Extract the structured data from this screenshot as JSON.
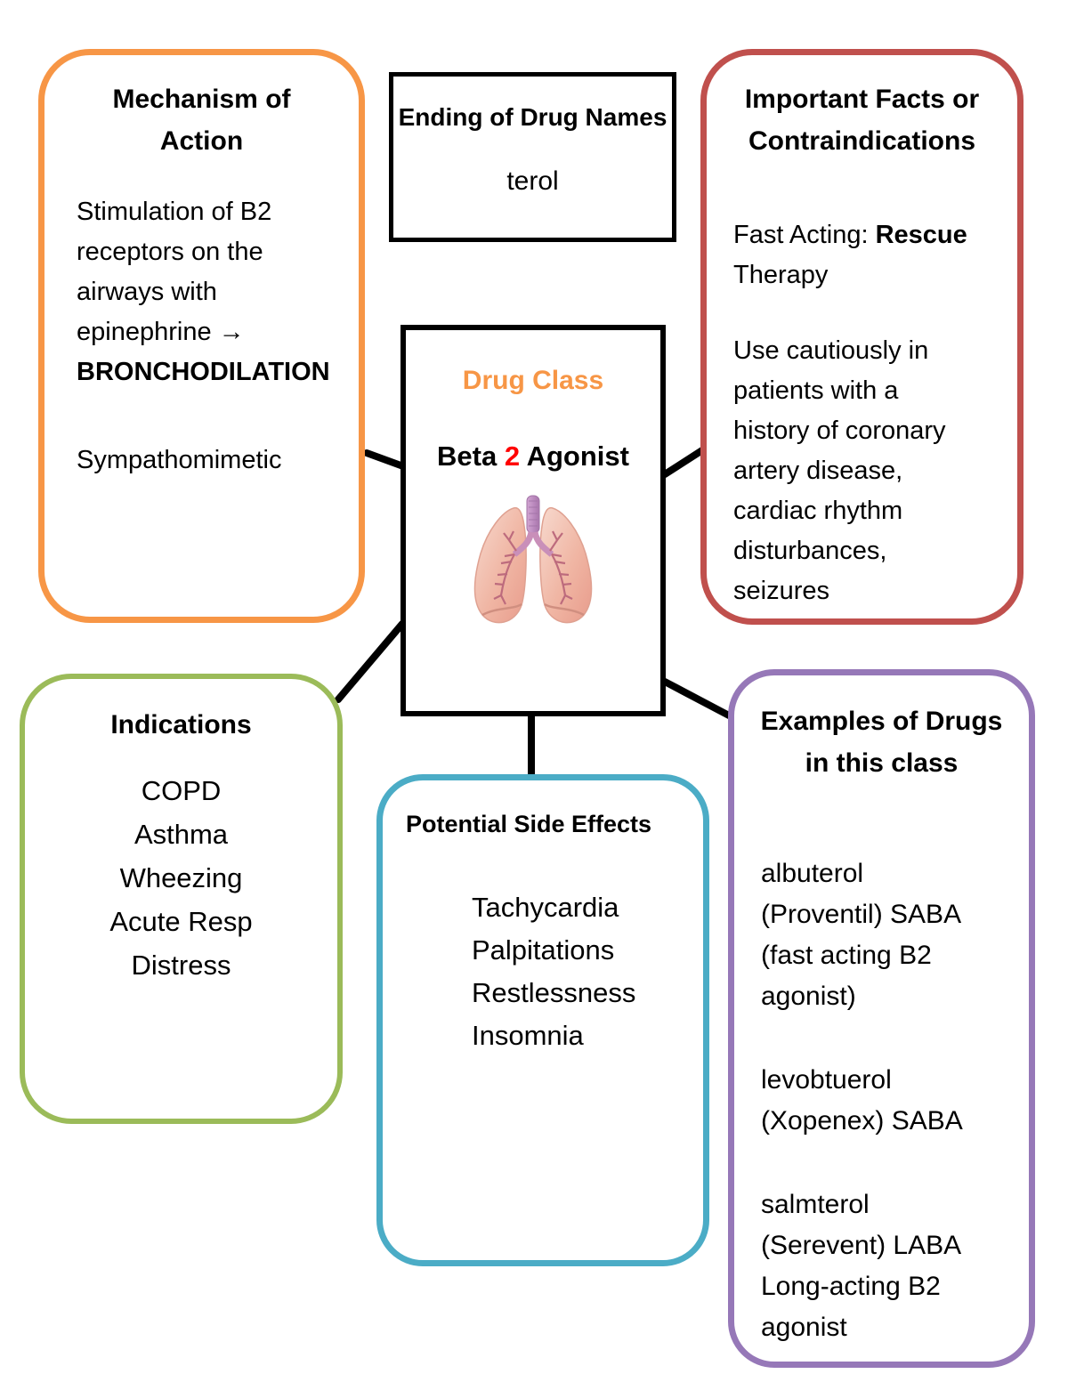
{
  "colors": {
    "mechanism_border": "#F79646",
    "ending_border": "#000000",
    "facts_border": "#C0504D",
    "drug_class_border": "#000000",
    "indications_border": "#9BBB59",
    "side_effects_border": "#4BACC6",
    "examples_border": "#9678B8",
    "drug_class_label": "#F79646",
    "accent_red": "#FF0000",
    "connector": "#000000"
  },
  "boxes": {
    "mechanism": {
      "title": "Mechanism of\nAction",
      "body_regular": "Stimulation of B2\nreceptors on the\nairways with\nepinephrine →\n",
      "body_bold": "BRONCHODILATION",
      "footer": "Sympathomimetic"
    },
    "ending": {
      "title": "Ending of Drug Names",
      "value": "terol"
    },
    "facts": {
      "title": "Important Facts or\nContraindications",
      "line1_regular": "Fast Acting:  ",
      "line1_bold": "Rescue",
      "line1_rest": "\nTherapy",
      "body": "Use cautiously in\npatients with a\nhistory of coronary\nartery disease,\ncardiac rhythm\ndisturbances,\nseizures"
    },
    "drug_class": {
      "label": "Drug Class",
      "name_part1": "Beta ",
      "name_accent": "2",
      "name_part2": " Agonist",
      "image": "lungs-illustration"
    },
    "indications": {
      "title": "Indications",
      "items": [
        "COPD",
        "Asthma",
        "Wheezing",
        "Acute Resp",
        "Distress"
      ]
    },
    "side_effects": {
      "title": "Potential Side Effects",
      "items": [
        "Tachycardia",
        "Palpitations",
        "Restlessness",
        "Insomnia"
      ]
    },
    "examples": {
      "title": "Examples of Drugs\nin this class",
      "items": [
        "albuterol\n(Proventil) SABA\n(fast acting B2\nagonist)",
        "levobtuerol\n(Xopenex) SABA",
        "salmterol\n(Serevent) LABA\nLong-acting B2\nagonist"
      ]
    }
  }
}
